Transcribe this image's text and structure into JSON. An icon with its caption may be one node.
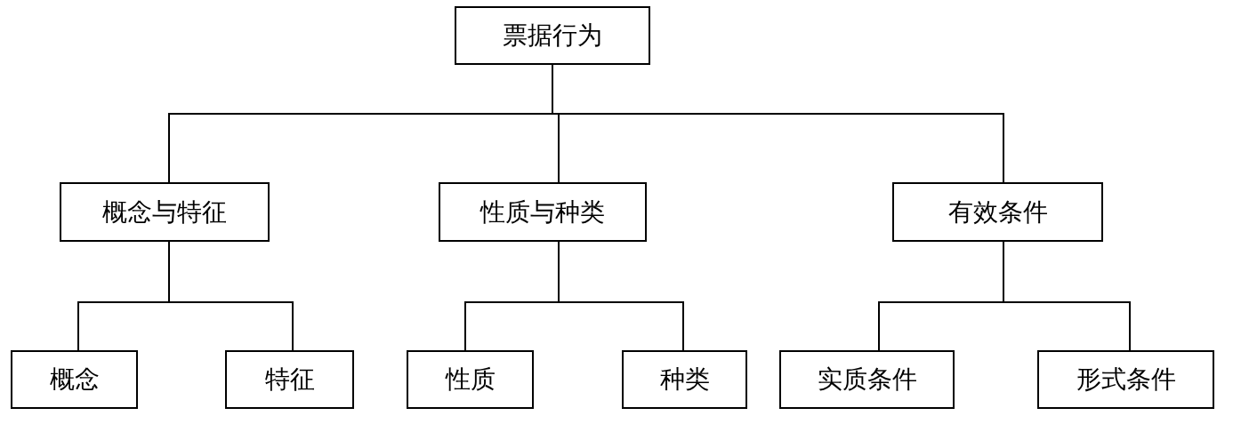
{
  "diagram": {
    "nodes": [
      {
        "text": [
          "票据行为"
        ]
      },
      {
        "text": [
          "概念与特征"
        ]
      },
      {
        "text": [
          "性质与种类"
        ]
      },
      {
        "text": [
          "有效条件"
        ]
      },
      {
        "text": [
          "概念"
        ]
      },
      {
        "text": [
          "特征"
        ]
      },
      {
        "text": [
          "性质"
        ]
      },
      {
        "text": [
          "种类"
        ]
      },
      {
        "text": [
          "实质条件"
        ]
      },
      {
        "text": [
          "形式条件"
        ]
      }
    ],
    "edges": [
      {
        "from": 0,
        "to": 1,
        "arrow": "none"
      },
      {
        "from": 0,
        "to": 2,
        "arrow": "none"
      },
      {
        "from": 0,
        "to": 3,
        "arrow": "none"
      },
      {
        "from": 1,
        "to": 4,
        "arrow": "none"
      },
      {
        "from": 1,
        "to": 5,
        "arrow": "none"
      },
      {
        "from": 2,
        "to": 6,
        "arrow": "none"
      },
      {
        "from": 2,
        "to": 7,
        "arrow": "none"
      },
      {
        "from": 3,
        "to": 8,
        "arrow": "none"
      },
      {
        "from": 3,
        "to": 9,
        "arrow": "none"
      }
    ]
  }
}
